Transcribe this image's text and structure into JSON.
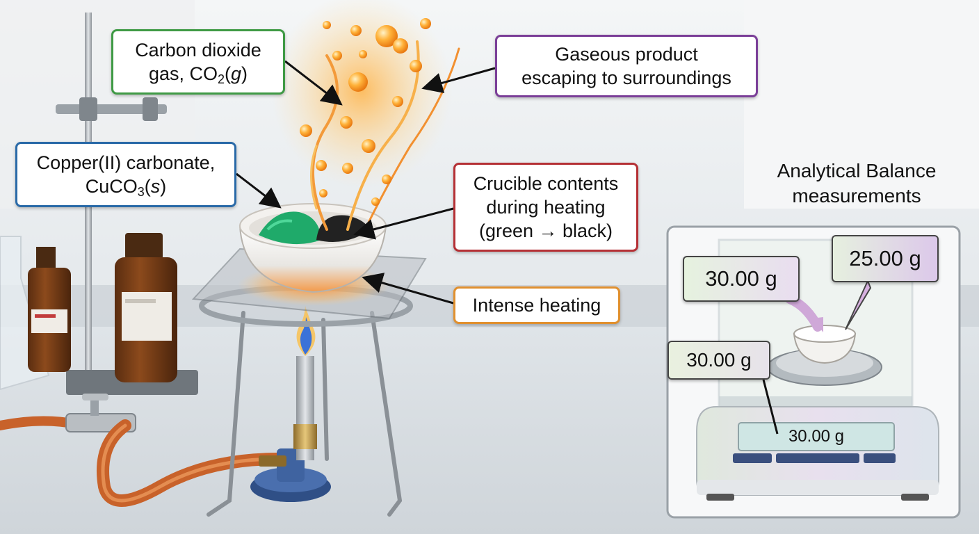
{
  "labels": {
    "co2": {
      "line1": "Carbon dioxide",
      "line2_pre": "gas, CO",
      "line2_sub": "2",
      "line2_post": "(g)"
    },
    "gaseous": {
      "line1": "Gaseous product",
      "line2": "escaping to surroundings"
    },
    "copper": {
      "line1": "Copper(II) carbonate,",
      "line2_pre": "CuCO",
      "line2_sub": "3",
      "line2_post": "(s)"
    },
    "crucible": {
      "line1": "Crucible contents",
      "line2": "during heating",
      "line3": "(green → black)"
    },
    "heating": {
      "line1": "Intense heating"
    }
  },
  "balance": {
    "heading_line1": "Analytical Balance",
    "heading_line2": "measurements",
    "tag_left": "30.00 g",
    "tag_right": "25.00 g",
    "tag_bottom": "30.00 g",
    "display": "30.00 g"
  },
  "colors": {
    "co2_border": "#3f9a45",
    "gaseous_border": "#7b3f98",
    "copper_border": "#2a6aa8",
    "crucible_border": "#b53035",
    "heating_border": "#e0902f",
    "powder_green": "#1faa6a",
    "powder_black": "#222222",
    "flame": "#f4a43a"
  }
}
